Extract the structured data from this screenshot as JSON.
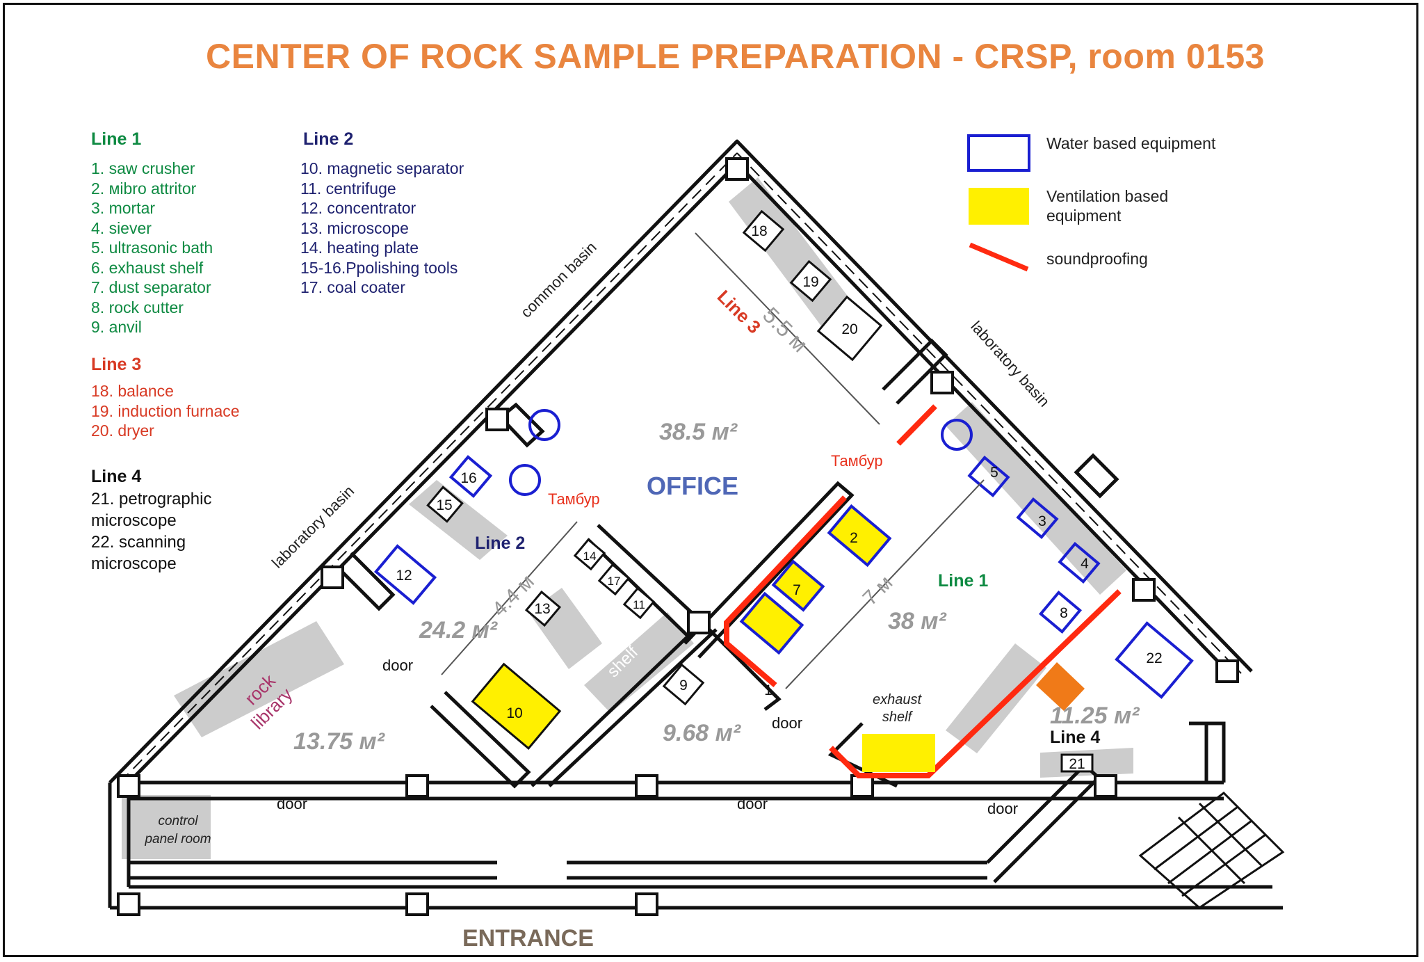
{
  "title": "CENTER OF ROCK SAMPLE PREPARATION - CRSP, room 0153",
  "line1": {
    "heading": "Line 1",
    "items": [
      "1. saw crusher",
      "2. мibro attritor",
      "3. mortar",
      "4. siever",
      "5. ultrasonic bath",
      "6. exhaust shelf",
      "7. dust separator",
      "8. rock cutter",
      "9. anvil"
    ]
  },
  "line2": {
    "heading": "Line 2",
    "items": [
      "10. magnetic separator",
      "11. centrifuge",
      "12. concentrator",
      "13. microscope",
      "14. heating plate",
      "15-16.Ppolishing tools",
      "17. coal coater"
    ]
  },
  "line3": {
    "heading": "Line 3",
    "items": [
      "18. balance",
      "19. induction furnace",
      "20. dryer"
    ]
  },
  "line4": {
    "heading": "Line 4",
    "items": [
      "21. petrographic",
      "microscope",
      "22. scanning",
      "microscope"
    ]
  },
  "legend": {
    "water": "Water based equipment",
    "ventilation_1": "Ventilation based",
    "ventilation_2": "equipment",
    "soundproofing": "soundproofing",
    "water_color": "#1a1fd1",
    "ventilation_color": "#fff000",
    "soundproofing_color": "#ff2a10"
  },
  "plan": {
    "common_basin": "common basin",
    "lab_basin_right": "laboratory basin",
    "lab_basin_left": "laboratory basin",
    "office": "OFFICE",
    "office_area": "38.5 м²",
    "line3_label": "Line 3",
    "dim_55": "5.5 м",
    "tambur_1": "Тамбур",
    "tambur_2": "Тамбур",
    "line2_label": "Line 2",
    "dim_44": "4.4 м",
    "area_242": "24.2 м²",
    "line1_label": "Line 1",
    "dim_7": "7 м",
    "area_38": "38 м²",
    "area_1375": "13.75 м²",
    "area_968": "9.68 м²",
    "area_1125": "11.25 м²",
    "line4_label": "Line 4",
    "rock_library_1": "rock",
    "rock_library_2": "library",
    "shelf": "shelf",
    "exhaust_1": "exhaust",
    "exhaust_2": "shelf",
    "control_1": "control",
    "control_2": "panel room",
    "door": "door",
    "entrance": "ENTRANCE",
    "equip": [
      "1",
      "2",
      "3",
      "4",
      "5",
      "7",
      "8",
      "9",
      "10",
      "11",
      "12",
      "13",
      "14",
      "15",
      "16",
      "17",
      "18",
      "19",
      "20",
      "21",
      "22"
    ]
  }
}
